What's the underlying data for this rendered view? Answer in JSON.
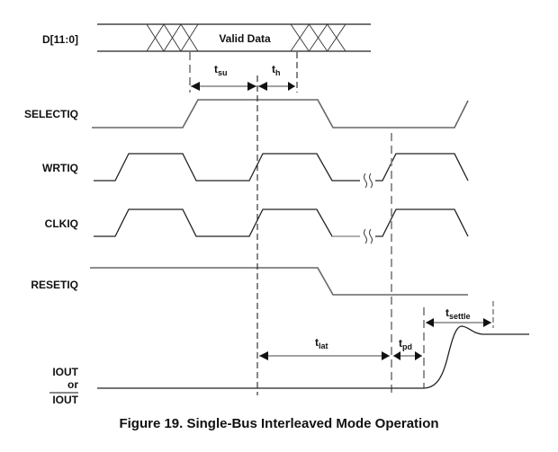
{
  "figure": {
    "caption": "Figure 19. Single-Bus Interleaved Mode Operation"
  },
  "signals": {
    "data_bus": {
      "label": "D[11:0]",
      "valid_text": "Valid Data"
    },
    "selectiq": {
      "label": "SELECTIQ"
    },
    "wrtiq": {
      "label": "WRTIQ"
    },
    "clkiq": {
      "label": "CLKIQ"
    },
    "resetiq": {
      "label": "RESETIQ"
    },
    "iout": {
      "label_top": "IOUT",
      "label_mid": "or",
      "label_bottom": "IOUT",
      "bottom_overbar": true
    }
  },
  "timing_params": {
    "tsu": {
      "main": "t",
      "sub": "su"
    },
    "th": {
      "main": "t",
      "sub": "h"
    },
    "tlat": {
      "main": "t",
      "sub": "lat"
    },
    "tpd": {
      "main": "t",
      "sub": "pd"
    },
    "tsettle": {
      "main": "t",
      "sub": "settle"
    }
  },
  "colors": {
    "ink": "#222222",
    "background": "#ffffff"
  }
}
